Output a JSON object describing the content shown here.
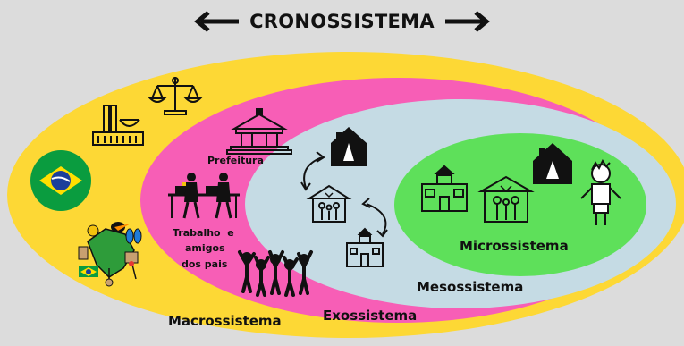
{
  "title": "CRONOSSISTEMA",
  "colors": {
    "background": "#dcdcdc",
    "macro": "#fdd835",
    "exo": "#f75eb6",
    "meso": "#c5dbe4",
    "micro": "#5ee05a"
  },
  "labels": {
    "microssistema": "Microssistema",
    "mesossistema": "Mesossistema",
    "exossistema": "Exossistema",
    "macrossistema": "Macrossistema",
    "prefeitura": "Prefeitura",
    "trabalho_line1": "Trabalho  e",
    "trabalho_line2": "amigos",
    "trabalho_line3": "dos pais"
  },
  "icons": {
    "congress": "congress-building-icon",
    "justice": "scales-of-justice-icon",
    "flag": "brazil-flag-icon",
    "culture": "brazil-culture-collage-icon",
    "city_hall": "city-hall-icon",
    "workers": "people-working-icon",
    "crowd": "crowd-celebrating-icon",
    "home": "praying-hands-home-icon",
    "family": "family-house-icon",
    "school": "school-icon",
    "child": "child-icon"
  }
}
